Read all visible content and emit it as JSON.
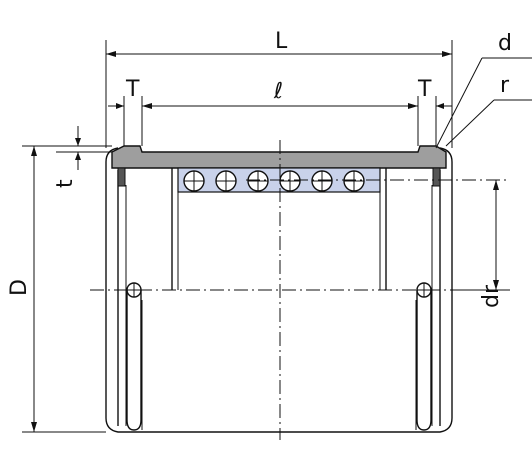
{
  "labels": {
    "L": "L",
    "ell": "ℓ",
    "T_left": "T",
    "T_right": "T",
    "d": "d",
    "r": "r",
    "t": "t",
    "D": "D",
    "dr": "dr"
  },
  "balls": 6
}
